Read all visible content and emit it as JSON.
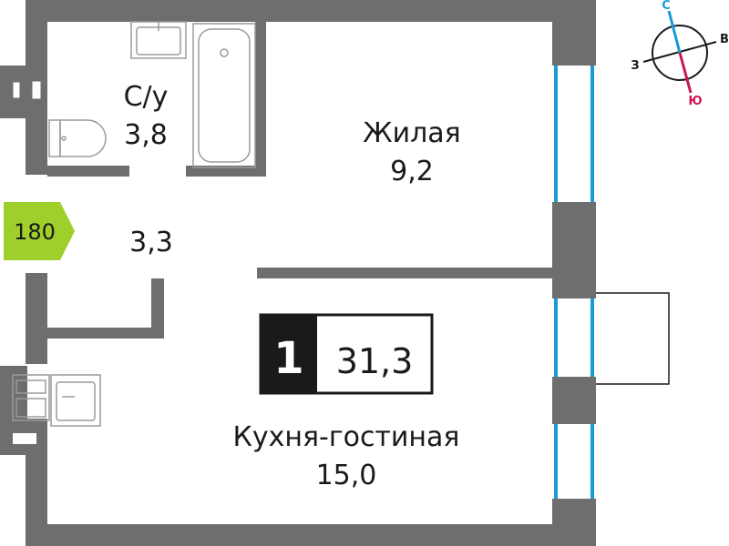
{
  "plan": {
    "apartment_number": "180",
    "rooms_count": "1",
    "total_area": "31,3",
    "rooms": [
      {
        "name": "С/у",
        "area": "3,8"
      },
      {
        "name": "Жилая",
        "area": "9,2"
      },
      {
        "name": "",
        "area": "3,3"
      },
      {
        "name": "Кухня-гостиная",
        "area": "15,0"
      }
    ]
  },
  "compass": {
    "north": "С",
    "south": "Ю",
    "east": "В",
    "west": "З",
    "north_color": "#1a9ad6",
    "south_color": "#c8174f"
  },
  "colors": {
    "wall": "#6e6e6e",
    "window": "#1a9ad6",
    "badge": "#9fcf2a",
    "fixture": "#9a9a9a"
  }
}
